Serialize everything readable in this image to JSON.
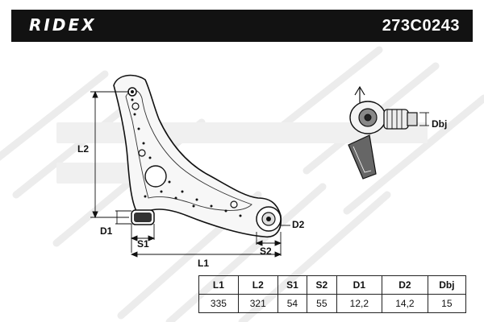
{
  "header": {
    "brand": "RIDEX",
    "part_number": "273C0243"
  },
  "dimension_labels": {
    "L1": "L1",
    "L2": "L2",
    "S1": "S1",
    "S2": "S2",
    "D1": "D1",
    "D2": "D2",
    "Dbj": "Dbj"
  },
  "spec_table": {
    "headers": [
      "L1",
      "L2",
      "S1",
      "S2",
      "D1",
      "D2",
      "Dbj"
    ],
    "values": [
      "335",
      "321",
      "54",
      "55",
      "12,2",
      "14,2",
      "15"
    ]
  },
  "colors": {
    "header_bg": "#121212",
    "watermark": "#ececec",
    "line": "#111111"
  }
}
